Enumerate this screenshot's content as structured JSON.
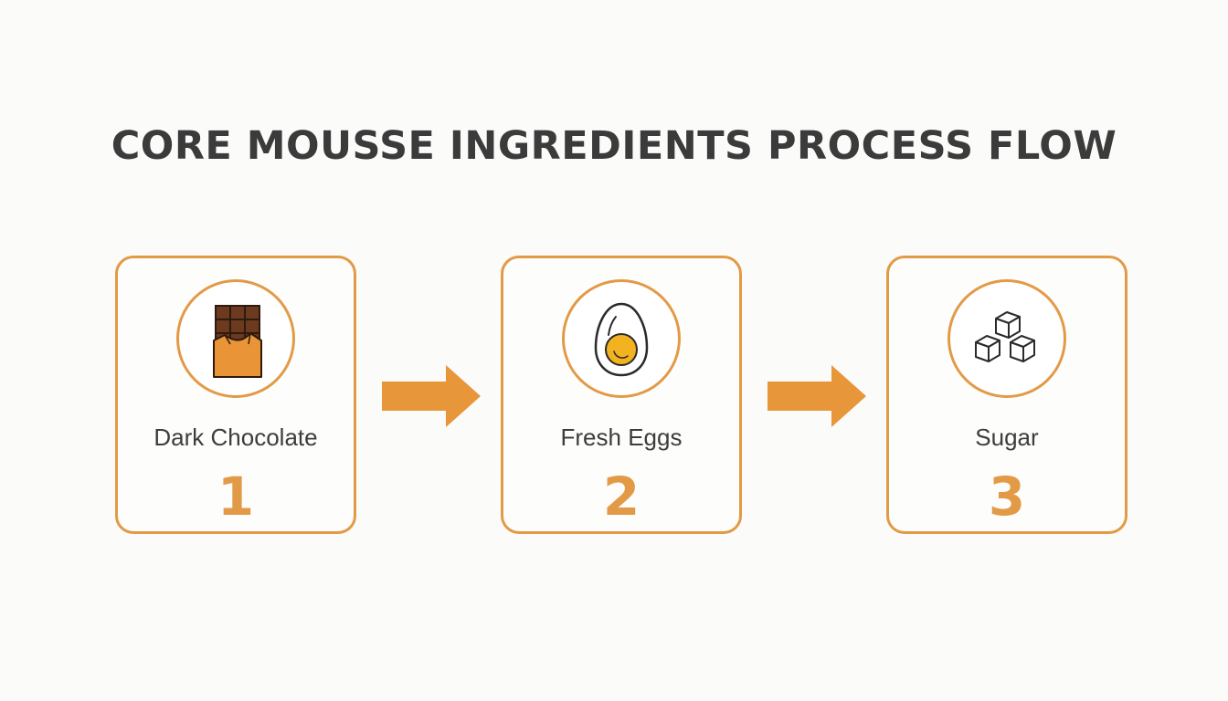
{
  "title": "CORE MOUSSE INGREDIENTS PROCESS FLOW",
  "colors": {
    "accent": "#e39a46",
    "text": "#3b3b3b",
    "background": "#fbfbfa"
  },
  "steps": [
    {
      "label": "Dark Chocolate",
      "number": "1",
      "icon": "chocolate-bar-icon"
    },
    {
      "label": "Fresh Eggs",
      "number": "2",
      "icon": "egg-icon"
    },
    {
      "label": "Sugar",
      "number": "3",
      "icon": "sugar-cubes-icon"
    }
  ],
  "connectors": [
    {
      "from": "1",
      "to": "2",
      "icon": "arrow-right-icon"
    },
    {
      "from": "2",
      "to": "3",
      "icon": "arrow-right-icon"
    }
  ]
}
